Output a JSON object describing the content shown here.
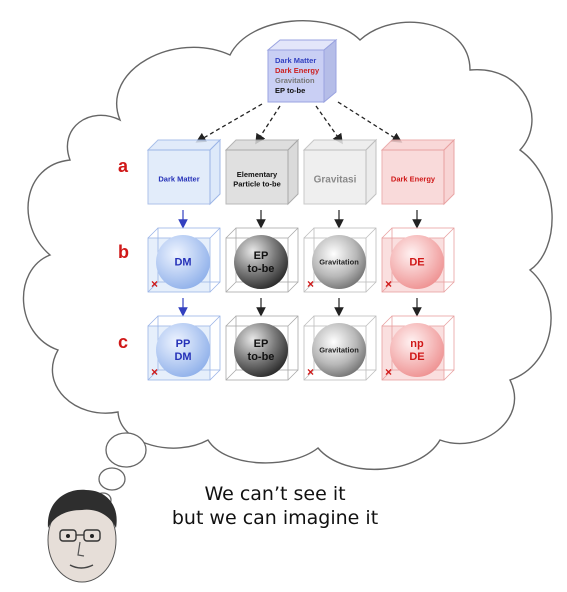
{
  "top_cube": {
    "lines": [
      {
        "text": "Dark Matter",
        "color": "#3340c0"
      },
      {
        "text": "Dark Energy",
        "color": "#cc2020"
      },
      {
        "text": "Gravitation",
        "color": "#777777"
      },
      {
        "text": "EP to-be",
        "color": "#111111"
      }
    ],
    "fill": "#d8dcf8"
  },
  "row_labels": [
    "a",
    "b",
    "c"
  ],
  "row_label_color": "#d01818",
  "columns": [
    {
      "key": "dm",
      "a_label": [
        "Dark Matter"
      ],
      "b_label": [
        "DM"
      ],
      "c_label": [
        "PP",
        "DM"
      ],
      "cube_fill": "#dce8fa",
      "cube_edge": "#9ab4e6",
      "ball_fill": "#a9c4f2",
      "text_color": "#2632b8",
      "arrow_color": "#3340c0",
      "has_x": true
    },
    {
      "key": "ep",
      "a_label": [
        "Elementary",
        "Particle to-be"
      ],
      "b_label": [
        "EP",
        "to-be"
      ],
      "c_label": [
        "EP",
        "to-be"
      ],
      "cube_fill": "#d9d9d9",
      "cube_edge": "#a8a8a8",
      "ball_fill": "#4a4a4a",
      "text_color": "#111111",
      "arrow_color": "#222222",
      "has_x": false
    },
    {
      "key": "grav",
      "a_label": [
        "Gravitasi"
      ],
      "b_label": [
        "Gravitation"
      ],
      "c_label": [
        "Gravitation"
      ],
      "cube_fill": "#ececec",
      "cube_edge": "#bdbdbd",
      "ball_fill": "#8c8c8c",
      "text_color": "#222222",
      "a_text_color": "#8a8a8a",
      "arrow_color": "#222222",
      "has_x": true
    },
    {
      "key": "de",
      "a_label": [
        "Dark Energy"
      ],
      "b_label": [
        "DE"
      ],
      "c_label": [
        "np",
        "DE"
      ],
      "cube_fill": "#f8d2d2",
      "cube_edge": "#e8a0a0",
      "ball_fill": "#f2a6a6",
      "text_color": "#d01818",
      "arrow_color": "#222222",
      "has_x": true
    }
  ],
  "x_mark": "×",
  "caption": [
    "We can’t see it",
    "but we can imagine it"
  ]
}
